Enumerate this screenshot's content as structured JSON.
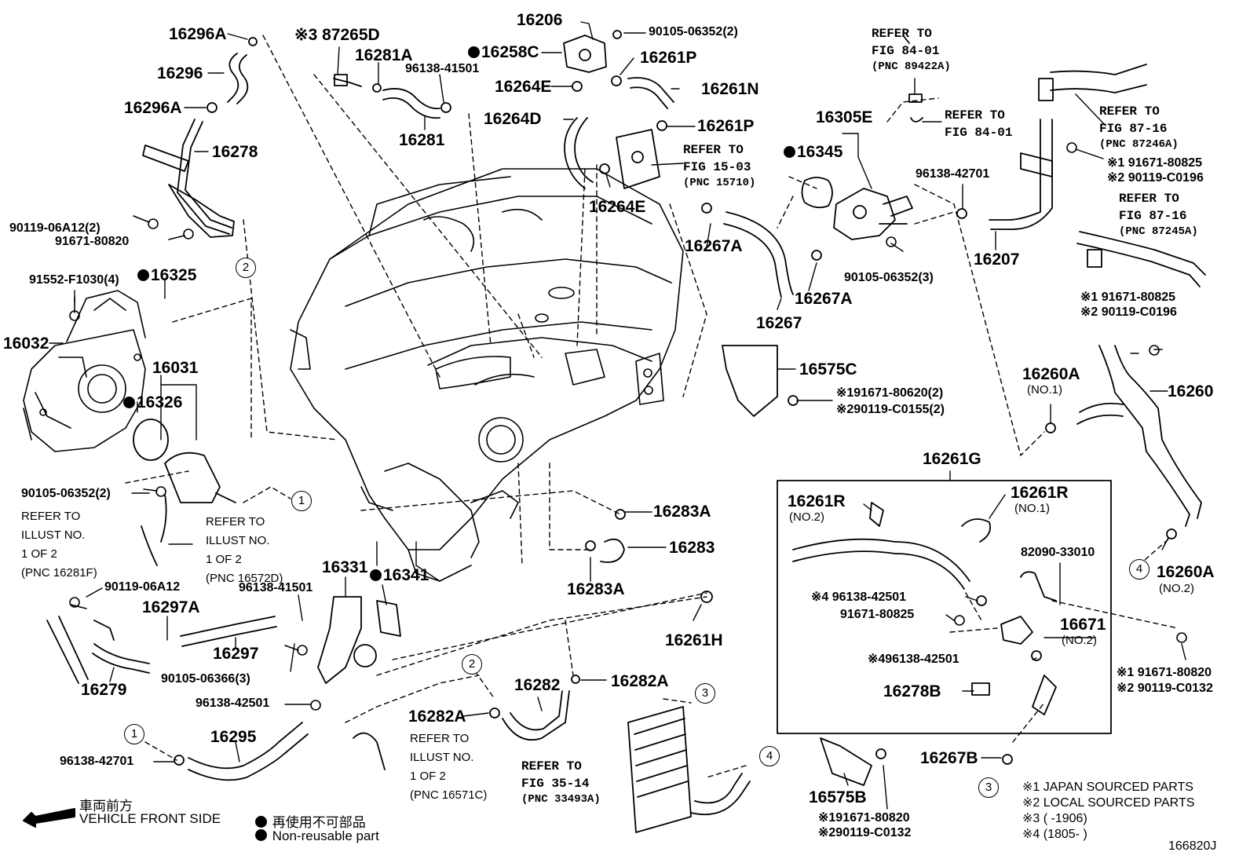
{
  "figure_code": "166820J",
  "parts": {
    "p16296A_top": "16296A",
    "p87265D": "※3 87265D",
    "p16281A": "16281A",
    "p16206": "16206",
    "p90105_top": "90105-06352(2)",
    "p16258C": "16258C",
    "p96138_41501_top": "96138-41501",
    "p16261P_top": "16261P",
    "p16296": "16296",
    "p16264E_top": "16264E",
    "p16261N": "16261N",
    "p16296A_mid": "16296A",
    "p16264D": "16264D",
    "p16281": "16281",
    "p16261P_mid": "16261P",
    "p16278": "16278",
    "p16305E": "16305E",
    "p16345": "16345",
    "p96138_42701_right": "96138-42701",
    "p16264E_mid": "16264E",
    "p90119_06A12_2": "90119-06A12(2)",
    "p91671_80820_left": "91671-80820",
    "p16267A_top": "16267A",
    "p16207": "16207",
    "p91552": "91552-F1030(4)",
    "p16325": "16325",
    "p90105_3": "90105-06352(3)",
    "p16267A_mid": "16267A",
    "p16032": "16032",
    "p16031": "16031",
    "p16267": "16267",
    "p16575C": "16575C",
    "p16326": "16326",
    "p91671_80620": "※191671-80620(2)",
    "p90119_C0155": "※290119-C0155(2)",
    "p16260A_top": "16260A",
    "p16260A_top_no": "(NO.1)",
    "p16260": "16260",
    "p16261G": "16261G",
    "p90105_2_left": "90105-06352(2)",
    "p16261R_left": "16261R",
    "p16261R_left_no": "(NO.2)",
    "p16261R_right": "16261R",
    "p16261R_right_no": "(NO.1)",
    "p16283A_top": "16283A",
    "p16283": "16283",
    "p82090": "82090-33010",
    "p16283A_bottom": "16283A",
    "p16331": "16331",
    "p16341": "16341",
    "p90119_06A12": "90119-06A12",
    "p96138_41501_mid": "96138-41501",
    "p16297A": "16297A",
    "p96138_42501_a": "※4 96138-42501",
    "p91671_80825_box": "91671-80825",
    "p16671": "16671",
    "p16671_no": "(NO.2)",
    "p16260A_bottom": "16260A",
    "p16260A_bottom_no": "(NO.2)",
    "p16261H": "16261H",
    "p16297": "16297",
    "p90105_06366": "90105-06366(3)",
    "p96138_42501_b": "※496138-42501",
    "p91671_80820_r1": "※1 91671-80820",
    "p90119_C0132_r2": "※2 90119-C0132",
    "p16279": "16279",
    "p96138_42501_c": "96138-42501",
    "p16282": "16282",
    "p16282A_right": "16282A",
    "p16278B": "16278B",
    "p16282A_left": "16282A",
    "p16295": "16295",
    "p96138_42701_left": "96138-42701",
    "p16267B": "16267B",
    "p16575B": "16575B",
    "p91671_80820_bottom": "※191671-80820",
    "p90119_C0132_bottom": "※290119-C0132",
    "p91671_80825_r1": "※1 91671-80825",
    "p90119_C0196_r2": "※2 90119-C0196",
    "p91671_80825_r1b": "※1 91671-80825",
    "p90119_C0196_r2b": "※2 90119-C0196"
  },
  "refs": {
    "ref_84_01_a": [
      "REFER TO",
      "FIG 84-01",
      "(PNC 89422A)"
    ],
    "ref_84_01_b": [
      "REFER TO",
      "FIG 84-01"
    ],
    "ref_87_16_a": [
      "REFER TO",
      "FIG 87-16",
      "(PNC 87246A)"
    ],
    "ref_87_16_b": [
      "REFER TO",
      "FIG 87-16",
      "(PNC 87245A)"
    ],
    "ref_15_03": [
      "REFER TO",
      "FIG 15-03",
      "(PNC 15710)"
    ],
    "ref_35_14": [
      "REFER TO",
      "FIG 35-14",
      "(PNC 33493A)"
    ],
    "ref_16281F": [
      "REFER TO",
      "ILLUST NO.",
      "1 OF 2",
      "(PNC 16281F)"
    ],
    "ref_16572D": [
      "REFER TO",
      "ILLUST NO.",
      "1 OF 2",
      "(PNC 16572D)"
    ],
    "ref_16571C": [
      "REFER TO",
      "ILLUST NO.",
      "1 OF 2",
      "(PNC 16571C)"
    ]
  },
  "markers": [
    "1",
    "2",
    "3",
    "4"
  ],
  "legend": {
    "front_jp": "車両前方",
    "front_en": "VEHICLE FRONT SIDE",
    "nonreuse_jp": "再使用不可部品",
    "nonreuse_en": "Non-reusable part"
  },
  "notes": {
    "n1": "※1  JAPAN SOURCED PARTS",
    "n2": "※2  LOCAL SOURCED PARTS",
    "n3": "※3 (      -1906)",
    "n4": "※4 (1805-      )"
  },
  "colors": {
    "ink": "#000000",
    "paper": "#ffffff"
  }
}
